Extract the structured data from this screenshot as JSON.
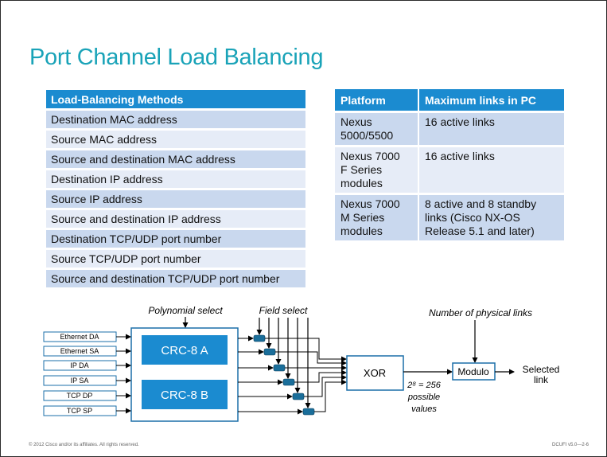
{
  "slide": {
    "title": "Port Channel Load Balancing",
    "footer_left": "© 2012 Cisco and/or its affiliates. All rights reserved.",
    "footer_right": "DCUFI v5.0—2-6"
  },
  "methods_table": {
    "header": "Load-Balancing Methods",
    "rows": [
      "Destination MAC address",
      "Source MAC address",
      "Source and destination MAC address",
      "Destination IP address",
      "Source IP address",
      "Source and destination IP address",
      "Destination TCP/UDP port number",
      "Source TCP/UDP port number",
      "Source and destination TCP/UDP port number"
    ]
  },
  "platform_table": {
    "headers": [
      "Platform",
      "Maximum links in PC"
    ],
    "rows": [
      {
        "platform": "Nexus\n5000/5500",
        "max_links": "16 active links"
      },
      {
        "platform": "Nexus 7000\nF Series\nmodules",
        "max_links": "16 active links"
      },
      {
        "platform": "Nexus 7000\nM Series\nmodules",
        "max_links": "8 active and 8 standby\nlinks (Cisco NX-OS\nRelease 5.1 and later)"
      }
    ]
  },
  "diagram": {
    "polynomial_label": "Polynomial select",
    "field_label": "Field select",
    "physical_links_label": "Number of physical links",
    "inputs": [
      "Ethernet DA",
      "Ethernet SA",
      "IP DA",
      "IP SA",
      "TCP DP",
      "TCP SP"
    ],
    "crc_a": "CRC-8 A",
    "crc_b": "CRC-8 B",
    "xor": "XOR",
    "modulo": "Modulo",
    "output_line1": "Selected",
    "output_line2": "link",
    "values_line1": "2⁸ = 256",
    "values_line2": "possible",
    "values_line3": "values",
    "colors": {
      "crc_fill": "#1b8bd0",
      "selector_fill": "#1a6e9a",
      "box_border": "#1b6fa8"
    }
  }
}
